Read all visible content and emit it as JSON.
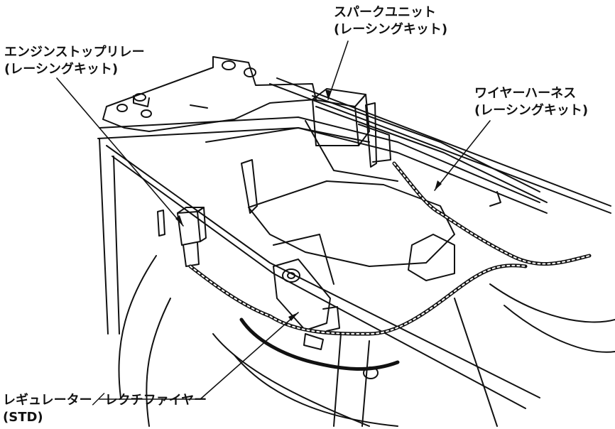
{
  "labels": {
    "engine_stop_relay": {
      "name": "エンジンストップリレー",
      "note": "(レーシングキット)"
    },
    "spark_unit": {
      "name": "スパークユニット",
      "note": "(レーシングキット)"
    },
    "wire_harness": {
      "name": "ワイヤーハーネス",
      "note": "(レーシングキット)"
    },
    "regulator_rectifier": {
      "name": "レギュレーター／レクチファイヤー",
      "note": "(STD)"
    }
  },
  "colors": {
    "line": "#111111",
    "background": "#ffffff"
  }
}
